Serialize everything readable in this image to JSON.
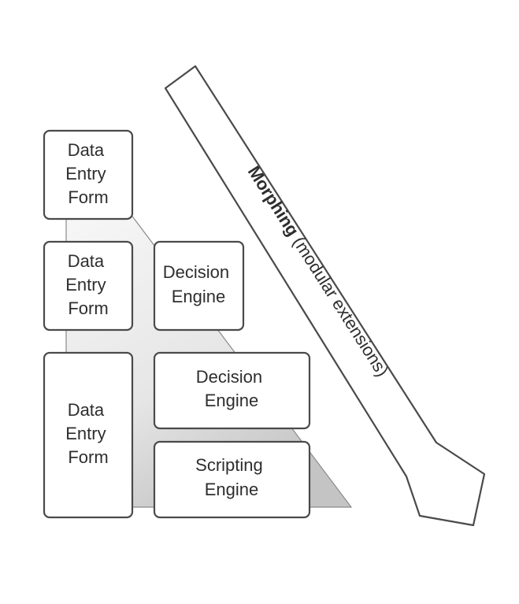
{
  "boxes": {
    "form_top": {
      "lines": [
        "Data",
        "Entry",
        "Form"
      ]
    },
    "form_middle": {
      "lines": [
        "Data",
        "Entry",
        "Form"
      ]
    },
    "form_bottom": {
      "lines": [
        "Data",
        "Entry",
        "Form"
      ]
    },
    "decision_upper": {
      "lines": [
        "Decision",
        "Engine"
      ]
    },
    "decision_lower": {
      "lines": [
        "Decision",
        "Engine"
      ]
    },
    "scripting": {
      "lines": [
        "Scripting",
        "Engine"
      ]
    }
  },
  "arrow": {
    "label_bold": "Morphing",
    "label_rest": " (modular extensions)"
  },
  "colors": {
    "stroke": "#4a4a4a",
    "wedge_light": "#f2f2f2",
    "wedge_dark": "#c6c6c6",
    "text": "#2e2e2e"
  }
}
